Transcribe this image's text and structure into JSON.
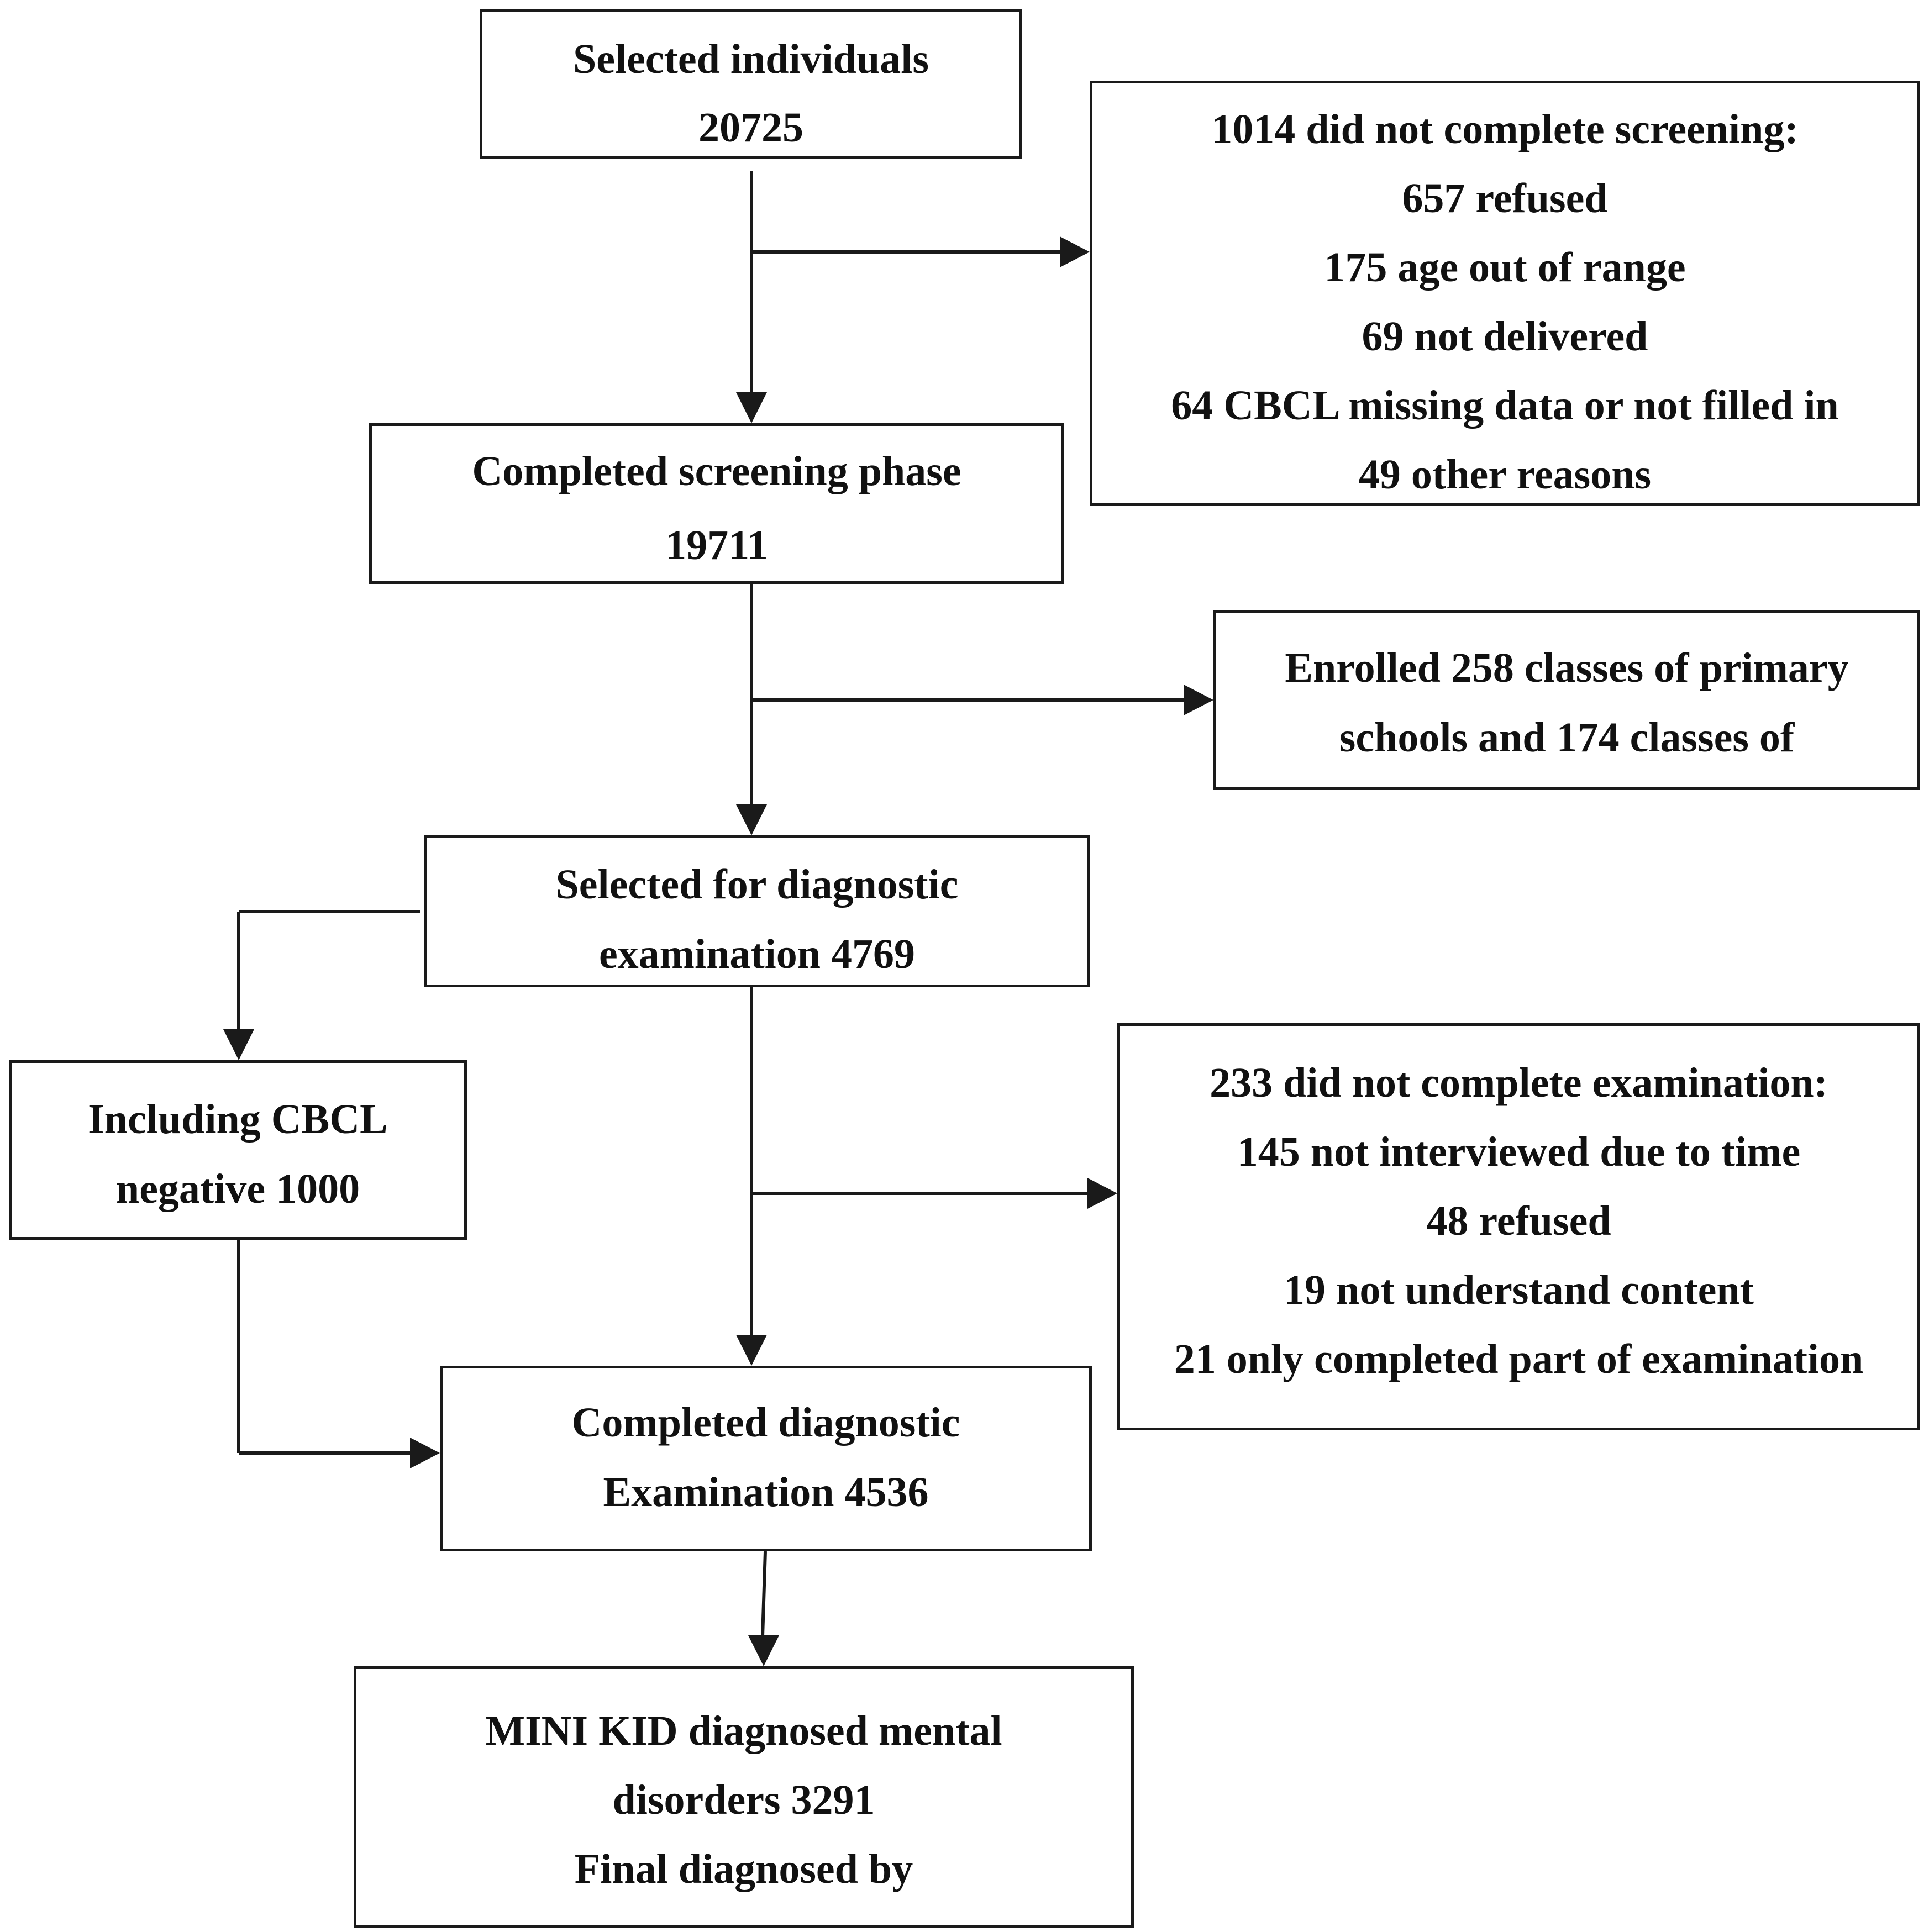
{
  "boxes": {
    "selected": {
      "lines": [
        "Selected individuals",
        "20725"
      ]
    },
    "excluded_screening": {
      "lines": [
        "1014 did not complete screening:",
        "657 refused",
        "175 age out of range",
        "69 not delivered",
        "64 CBCL missing data or not filled in",
        "49 other reasons"
      ]
    },
    "completed_screening": {
      "lines": [
        "Completed screening phase",
        "19711"
      ]
    },
    "enrolled": {
      "lines": [
        "Enrolled 258 classes of primary",
        "schools and 174 classes of"
      ]
    },
    "selected_diagnostic": {
      "lines": [
        "Selected for diagnostic",
        "examination 4769"
      ]
    },
    "cbcl_negative": {
      "lines": [
        "Including CBCL",
        "negative 1000"
      ]
    },
    "excluded_examination": {
      "lines": [
        "233 did not complete examination:",
        "145 not interviewed due to time",
        "48 refused",
        "19 not understand content",
        "21 only completed part of examination"
      ]
    },
    "completed_diagnostic": {
      "lines": [
        "Completed diagnostic",
        "Examination 4536"
      ]
    },
    "mini_kid": {
      "lines": [
        "MINI KID diagnosed mental",
        "disorders 3291",
        "Final diagnosed by"
      ]
    }
  }
}
